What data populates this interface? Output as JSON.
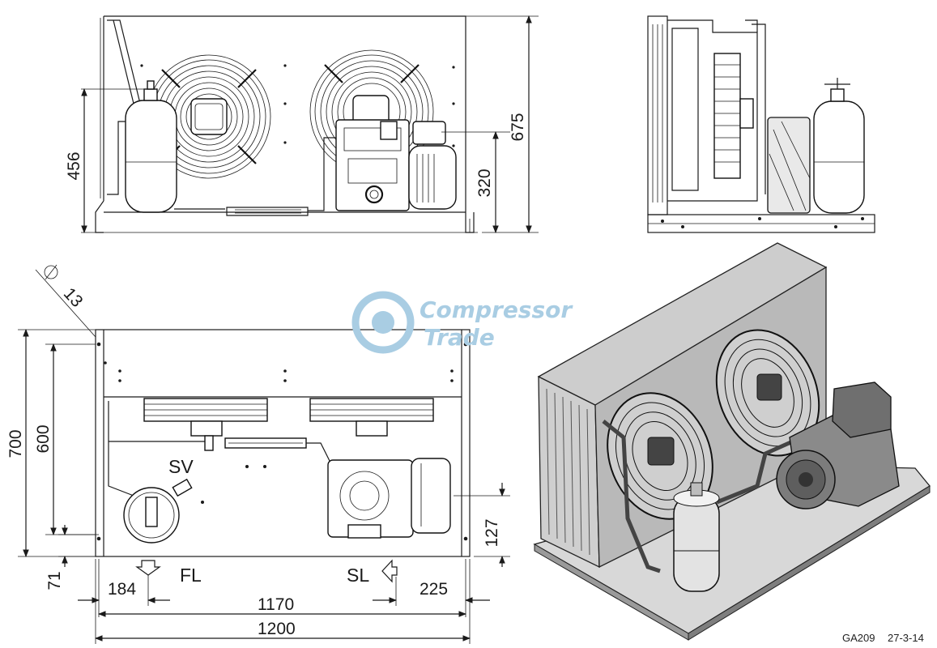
{
  "colors": {
    "line": "#1a1a1a",
    "watermark": "#a9cde3",
    "iso_panel": "#b9b9b9",
    "iso_panel_dark": "#8d8d8d",
    "background": "#ffffff"
  },
  "front_view": {
    "dimensions": {
      "height_total": "675",
      "height_receiver": "456",
      "height_compressor": "320"
    }
  },
  "top_view": {
    "dimensions": {
      "hole_diameter": "13",
      "depth_total": "700",
      "depth_mount": "600",
      "offset_front": "71",
      "offset_sl": "127",
      "offset_fl": "184",
      "offset_right": "225",
      "width_mount": "1170",
      "width_total": "1200"
    },
    "labels": {
      "service_valve": "SV",
      "liquid_line": "FL",
      "suction_line": "SL"
    }
  },
  "watermark": {
    "line1": "Compressor",
    "line2": "Trade"
  },
  "footer": {
    "drawing_code": "GA209",
    "date": "27-3-14"
  }
}
